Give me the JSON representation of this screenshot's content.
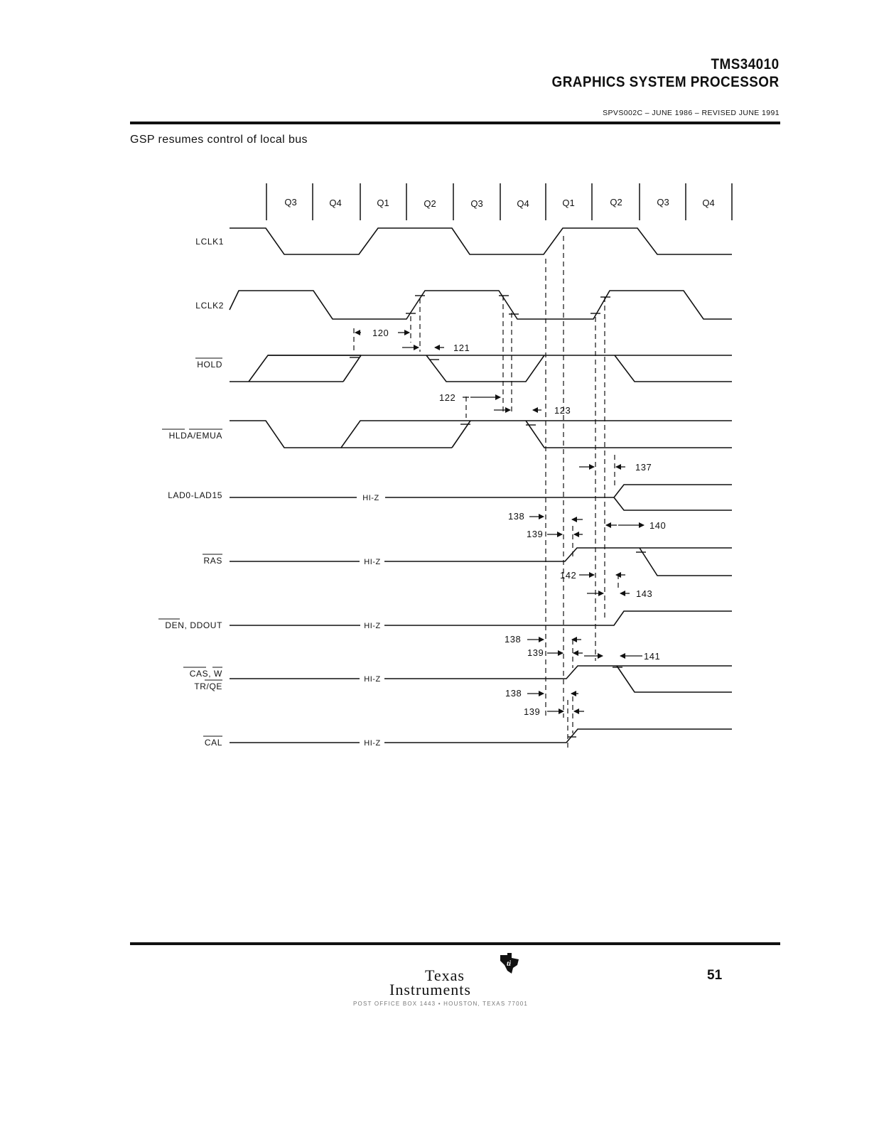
{
  "header": {
    "title_line1": "TMS34010",
    "title_line2": "GRAPHICS SYSTEM PROCESSOR",
    "doc_ref": "SPVS002C – JUNE 1986 – REVISED JUNE 1991"
  },
  "caption": "GSP resumes control of local bus",
  "diagram": {
    "quarters": [
      "Q3",
      "Q4",
      "Q1",
      "Q2",
      "Q3",
      "Q4",
      "Q1",
      "Q2",
      "Q3",
      "Q4"
    ],
    "signals": {
      "lclk1": "LCLK1",
      "lclk2": "LCLK2",
      "hold": "HOLD",
      "hlda_emua": "HLDA/EMUA",
      "lad": "LAD0-LAD15",
      "ras": "RAS",
      "den_ddout": "DEN, DDOUT",
      "cas_w": "CAS, W",
      "tr_oe": "TR/QE",
      "cal": "CAL"
    },
    "hiz": "HI-Z",
    "timings": {
      "t120": "120",
      "t121": "121",
      "t122": "122",
      "t123": "123",
      "t137": "137",
      "t138": "138",
      "t139": "139",
      "t140": "140",
      "t141": "141",
      "t142": "142",
      "t143": "143"
    }
  },
  "footer": {
    "logo_line1": "Texas",
    "logo_line2": "Instruments",
    "address": "POST OFFICE BOX 1443 • HOUSTON, TEXAS 77001",
    "page_number": "51"
  }
}
